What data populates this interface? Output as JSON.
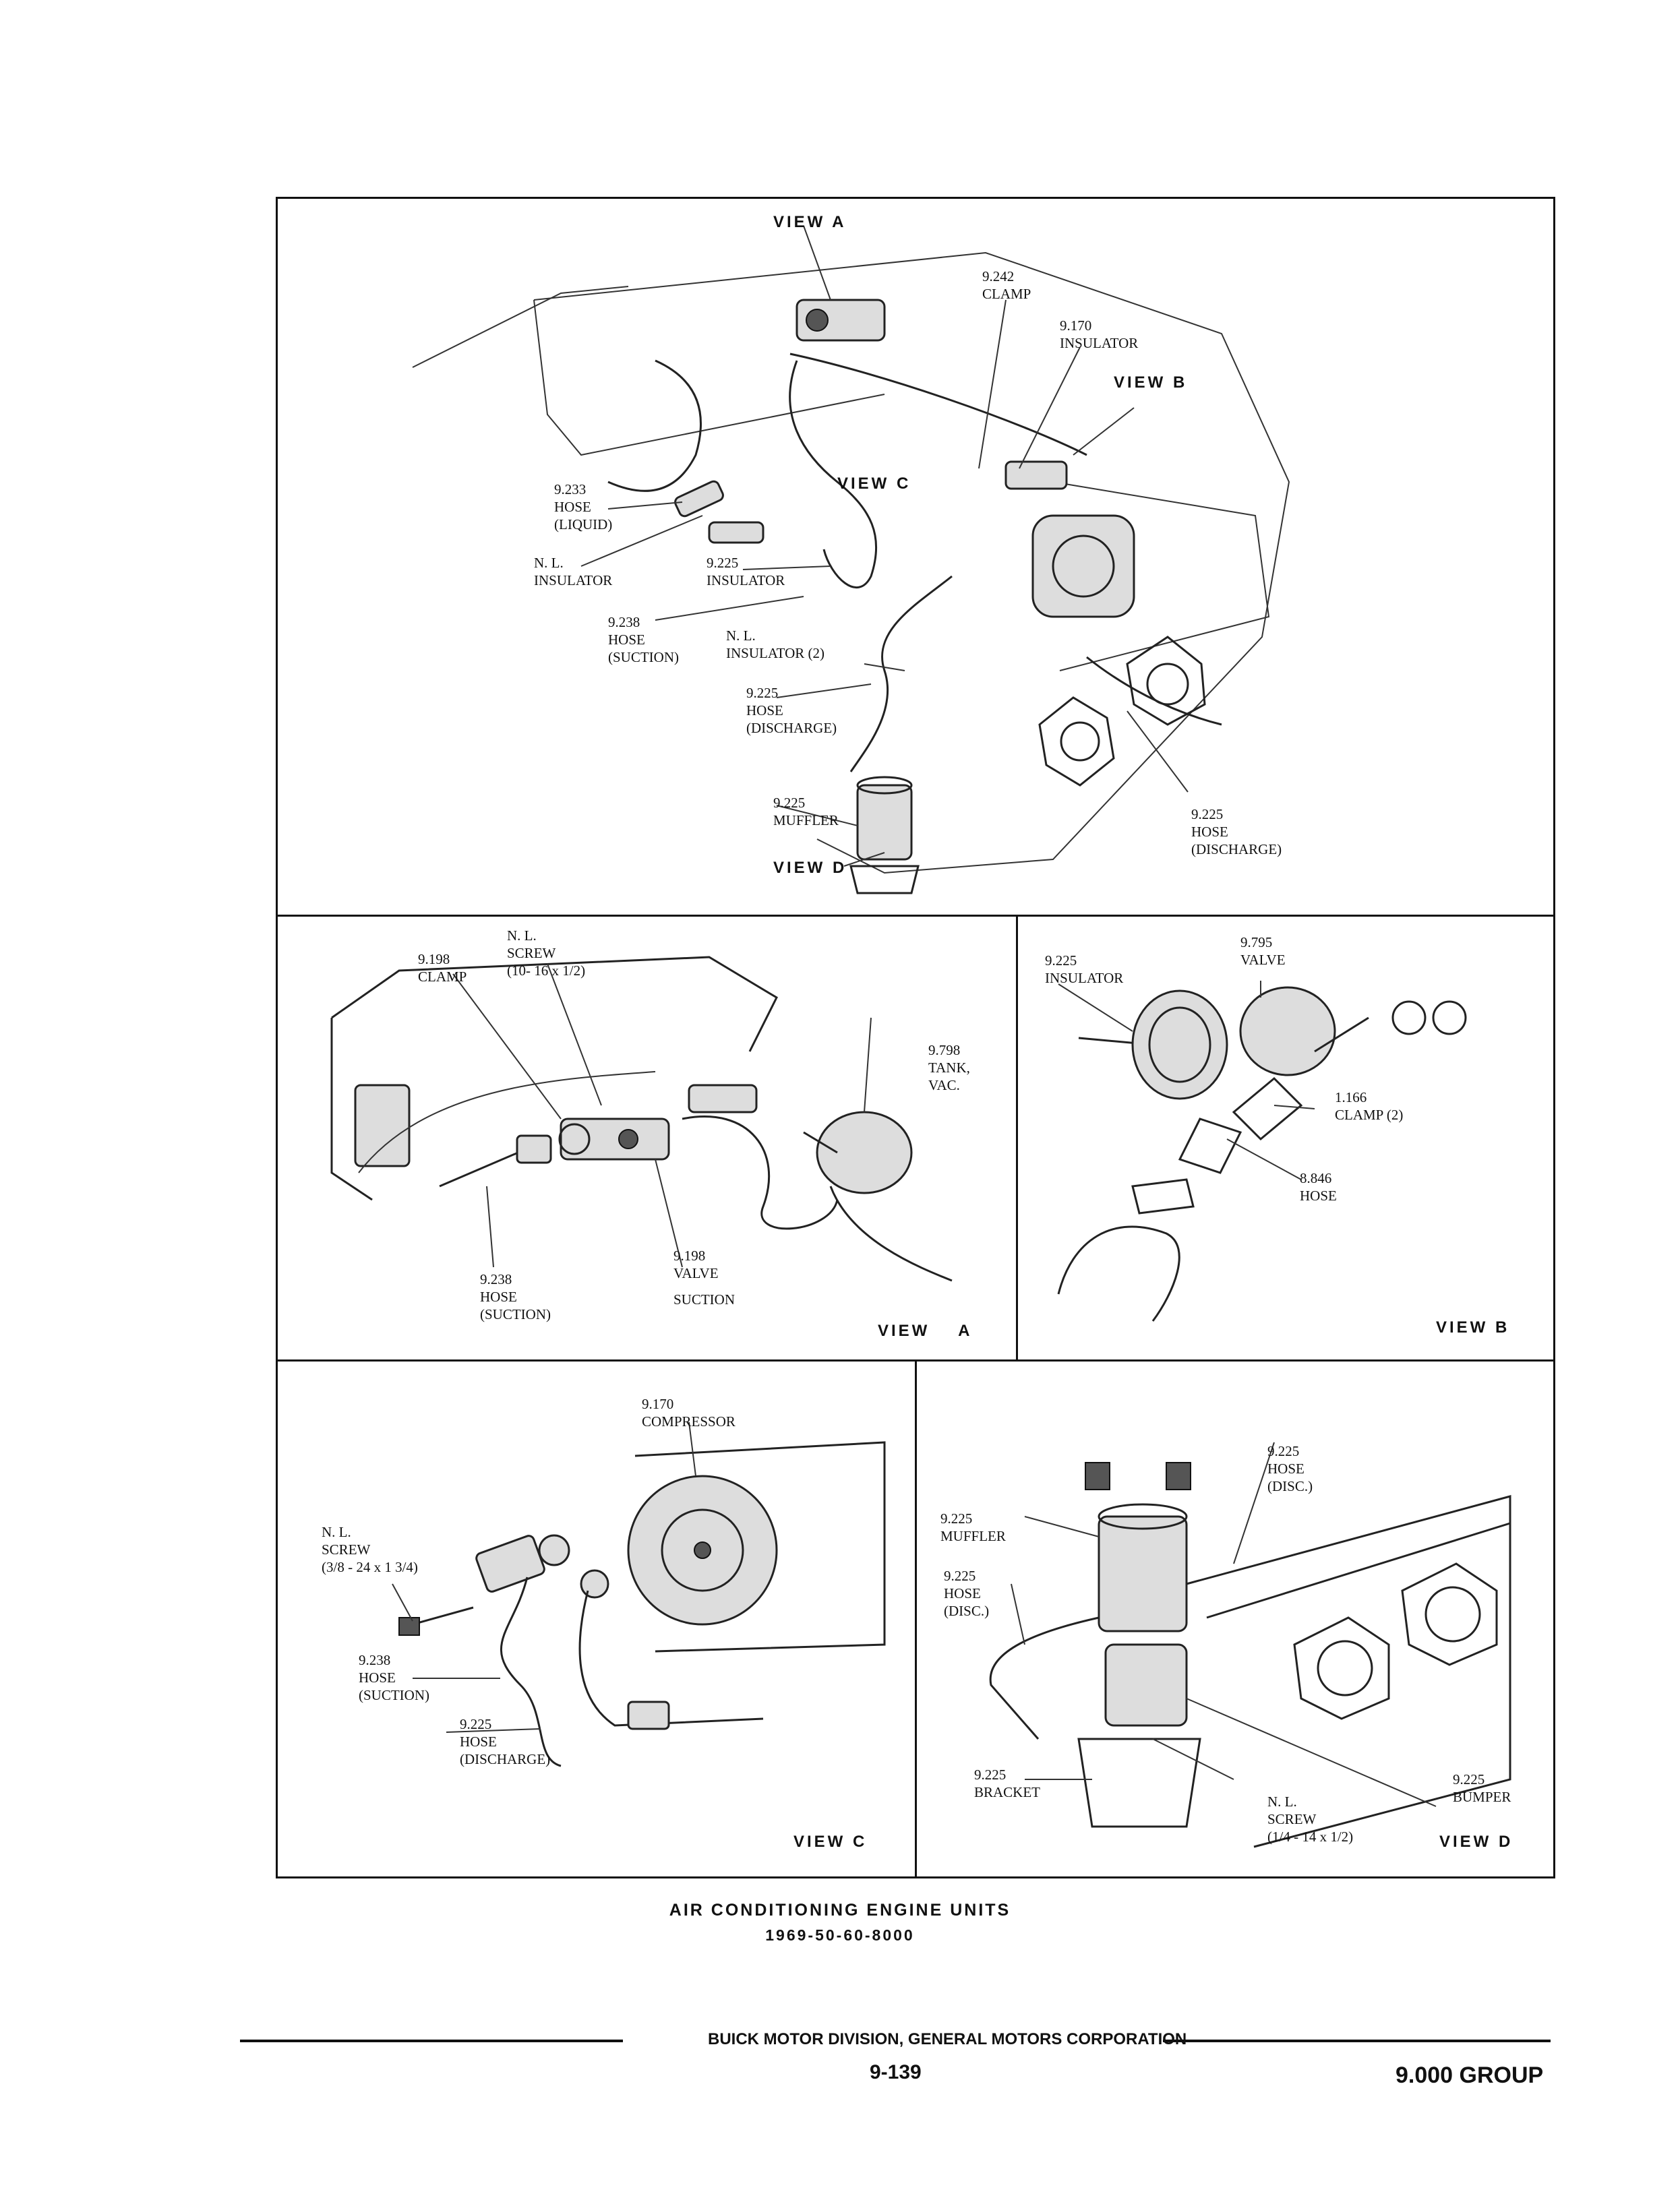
{
  "top_panel": {
    "labels": {
      "view_a": "VIEW A",
      "clamp_242": "9.242\nCLAMP",
      "insulator_170": "9.170\nINSULATOR",
      "view_b": "VIEW B",
      "hose_233": "9.233\nHOSE\n(LIQUID)",
      "view_c": "VIEW C",
      "nl_insulator": "N. L.\nINSULATOR",
      "insulator_225": "9.225\nINSULATOR",
      "hose_238": "9.238\nHOSE\n(SUCTION)",
      "nl_insulator_2": "N. L.\nINSULATOR (2)",
      "hose_225_discharge": "9.225\nHOSE\n(DISCHARGE)",
      "muffler_225": "9.225\nMUFFLER",
      "view_d": "VIEW D",
      "hose_225_discharge_right": "9.225\nHOSE\n(DISCHARGE)"
    }
  },
  "view_a_panel": {
    "labels": {
      "clamp_198": "9.198\nCLAMP",
      "nl_screw": "N. L.\nSCREW\n(10- 16 x 1/2)",
      "tank_798": "9.798\nTANK,\nVAC.",
      "hose_238": "9.238\nHOSE\n(SUCTION)",
      "valve_198": "9.198\nVALVE",
      "suction": "SUCTION",
      "view": "VIEW    A"
    }
  },
  "view_b_panel": {
    "labels": {
      "insulator_225": "9.225\nINSULATOR",
      "valve_795": "9.795\nVALVE",
      "clamp_166": "1.166\nCLAMP (2)",
      "hose_846": "8.846\nHOSE",
      "view": "VIEW B"
    }
  },
  "view_c_panel": {
    "labels": {
      "compressor_170": "9.170\nCOMPRESSOR",
      "nl_screw": "N. L.\nSCREW\n(3/8 - 24 x 1 3/4)",
      "hose_238": "9.238\nHOSE\n(SUCTION)",
      "hose_225": "9.225\nHOSE\n(DISCHARGE)",
      "view": "VIEW C"
    }
  },
  "view_d_panel": {
    "labels": {
      "hose_225_disc_top": "9.225\nHOSE\n(DISC.)",
      "muffler_225": "9.225\nMUFFLER",
      "hose_225_disc_left": "9.225\nHOSE\n(DISC.)",
      "bracket_225": "9.225\nBRACKET",
      "bumper_225": "9.225\nBUMPER",
      "nl_screw": "N. L.\nSCREW\n(1/4 - 14 x 1/2)",
      "view": "VIEW D"
    }
  },
  "caption": {
    "title": "AIR CONDITIONING ENGINE UNITS",
    "code": "1969-50-60-8000"
  },
  "footer": {
    "division": "BUICK MOTOR DIVISION, GENERAL MOTORS CORPORATION",
    "page": "9-139",
    "group": "9.000 GROUP"
  }
}
